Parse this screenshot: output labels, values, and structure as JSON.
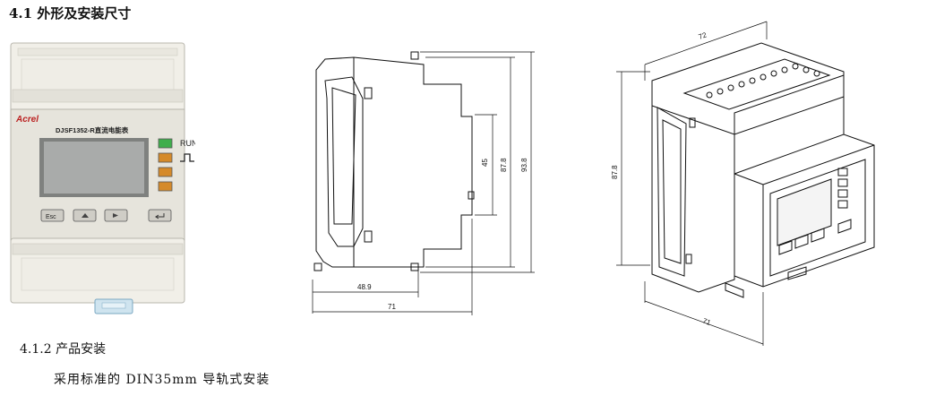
{
  "section": {
    "heading": "4.1 外形及安装尺寸",
    "subheading": "4.1.2 产品安装",
    "paragraph": "采用标准的 DIN35mm 导轨式安装"
  },
  "front_view": {
    "brand": "Acrel",
    "model": "DJSF1352-R直流电能表",
    "run_label": "RUN",
    "key_labels": [
      "Esc",
      "",
      "",
      ""
    ]
  },
  "side_view": {
    "dim_height_outer": "93.8",
    "dim_height_inner": "87.8",
    "dim_rail": "45",
    "dim_depth_partial": "48.9",
    "dim_depth_total": "71"
  },
  "iso_view": {
    "dim_width": "72",
    "dim_height": "87.8",
    "dim_depth": "71"
  },
  "colors": {
    "housing": "#e6e4dc",
    "lcd": "#a9abaa",
    "led_green": "#3fae4c",
    "led_orange": "#d58a2a",
    "brand_red": "#b22222"
  }
}
